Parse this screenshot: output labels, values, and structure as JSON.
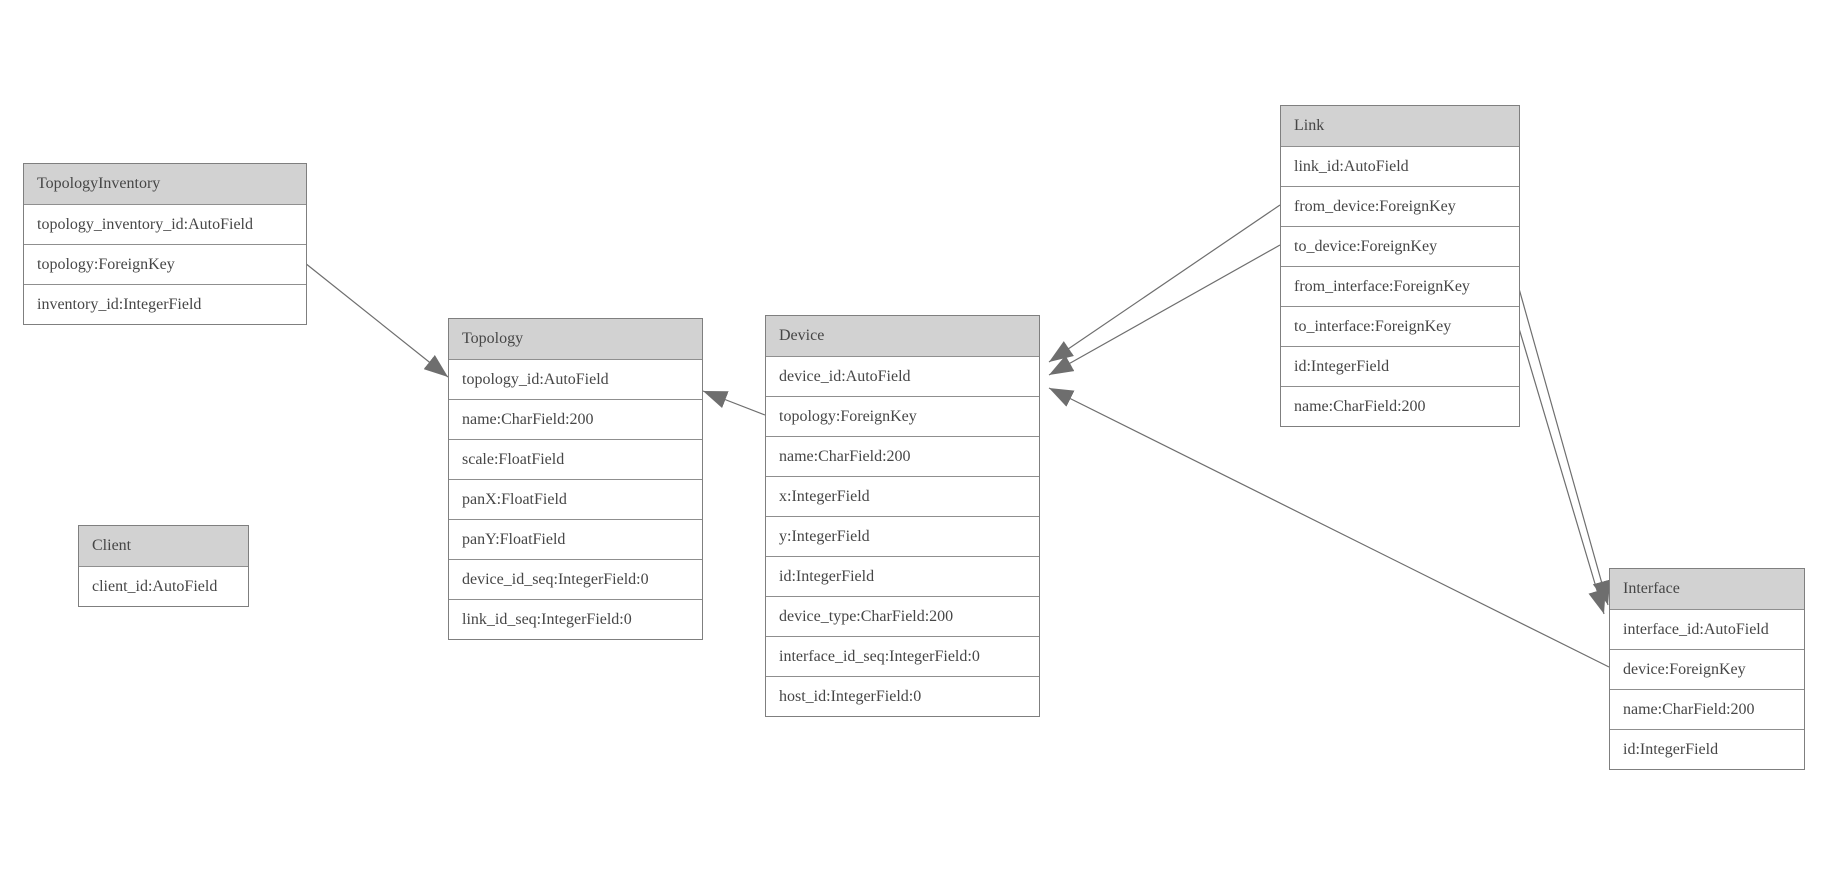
{
  "diagram": {
    "type": "entity-relationship-model",
    "colors": {
      "header_fill": "#d2d2d2",
      "border": "#7f7f7f",
      "row_divider": "#8f8f8f",
      "text": "#464646",
      "edge": "#6e6e6e",
      "arrowhead": "#6e6e6e",
      "background": "#ffffff"
    },
    "entities": [
      {
        "name": "TopologyInventory",
        "fields": [
          "topology_inventory_id:AutoField",
          "topology:ForeignKey",
          "inventory_id:IntegerField"
        ]
      },
      {
        "name": "Topology",
        "fields": [
          "topology_id:AutoField",
          "name:CharField:200",
          "scale:FloatField",
          "panX:FloatField",
          "panY:FloatField",
          "device_id_seq:IntegerField:0",
          "link_id_seq:IntegerField:0"
        ]
      },
      {
        "name": "Client",
        "fields": [
          "client_id:AutoField"
        ]
      },
      {
        "name": "Device",
        "fields": [
          "device_id:AutoField",
          "topology:ForeignKey",
          "name:CharField:200",
          "x:IntegerField",
          "y:IntegerField",
          "id:IntegerField",
          "device_type:CharField:200",
          "interface_id_seq:IntegerField:0",
          "host_id:IntegerField:0"
        ]
      },
      {
        "name": "Link",
        "fields": [
          "link_id:AutoField",
          "from_device:ForeignKey",
          "to_device:ForeignKey",
          "from_interface:ForeignKey",
          "to_interface:ForeignKey",
          "id:IntegerField",
          "name:CharField:200"
        ]
      },
      {
        "name": "Interface",
        "fields": [
          "interface_id:AutoField",
          "device:ForeignKey",
          "name:CharField:200",
          "id:IntegerField"
        ]
      }
    ],
    "relationships": [
      {
        "from_entity": "TopologyInventory",
        "from_field": "topology",
        "to_entity": "Topology"
      },
      {
        "from_entity": "Device",
        "from_field": "topology",
        "to_entity": "Topology"
      },
      {
        "from_entity": "Link",
        "from_field": "from_device",
        "to_entity": "Device"
      },
      {
        "from_entity": "Link",
        "from_field": "to_device",
        "to_entity": "Device"
      },
      {
        "from_entity": "Link",
        "from_field": "from_interface",
        "to_entity": "Interface"
      },
      {
        "from_entity": "Link",
        "from_field": "to_interface",
        "to_entity": "Interface"
      },
      {
        "from_entity": "Interface",
        "from_field": "device",
        "to_entity": "Device"
      }
    ]
  }
}
